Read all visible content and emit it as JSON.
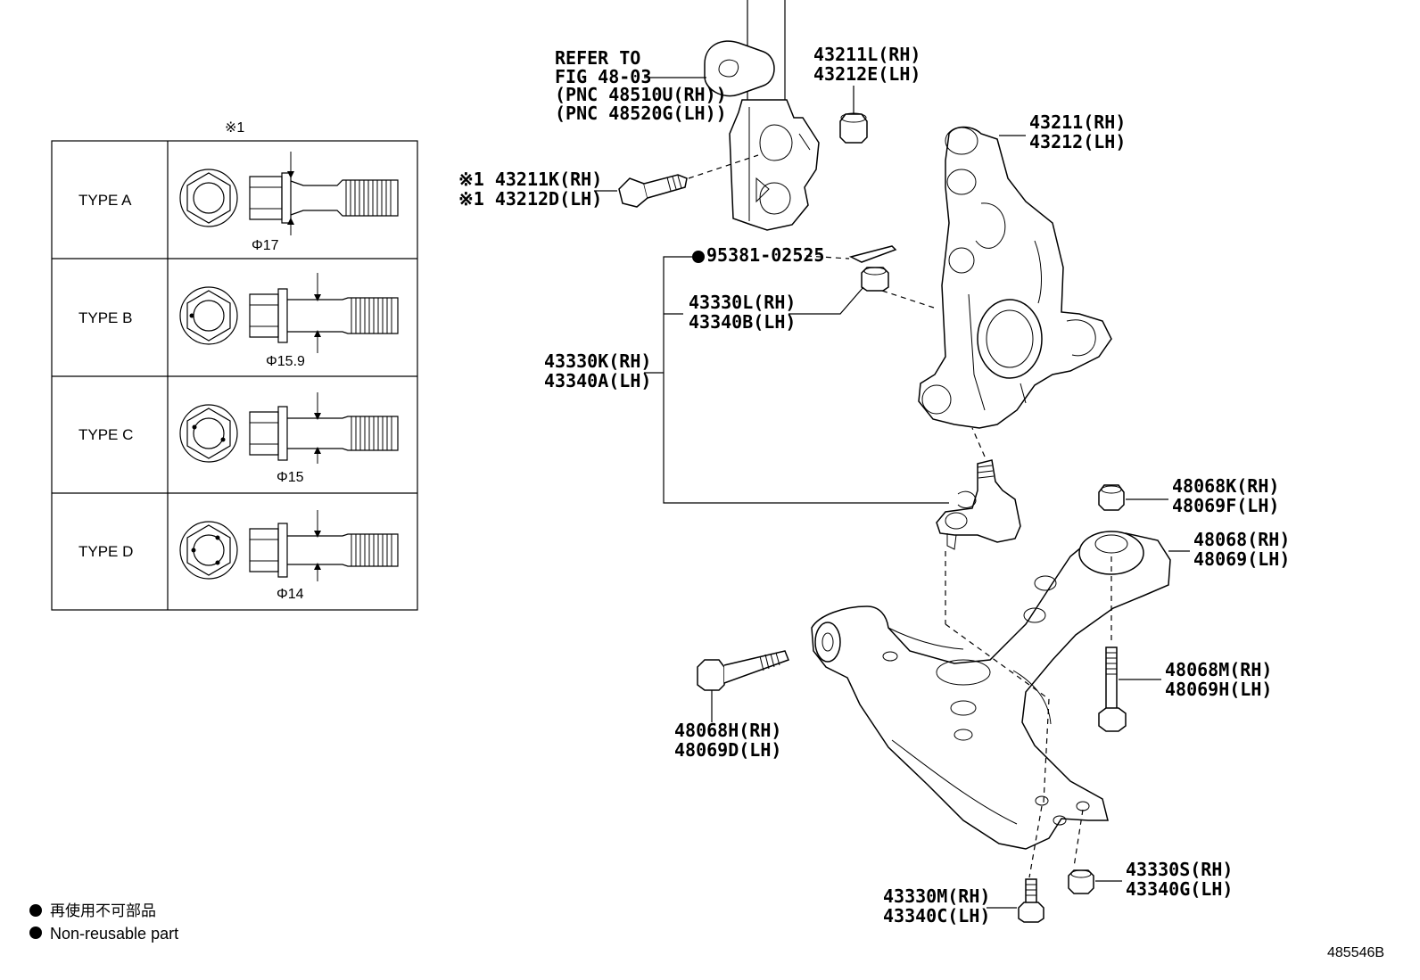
{
  "figure_id": "485546B",
  "note_marker": "※1",
  "table": {
    "rows": [
      {
        "type_label": "TYPE  A",
        "diameter": "Φ17",
        "dots": 0
      },
      {
        "type_label": "TYPE  B",
        "diameter": "Φ15.9",
        "dots": 1
      },
      {
        "type_label": "TYPE  C",
        "diameter": "Φ15",
        "dots": 2
      },
      {
        "type_label": "TYPE  D",
        "diameter": "Φ14",
        "dots": 3
      }
    ]
  },
  "refer": {
    "line1": "REFER TO",
    "line2": "FIG 48-03",
    "line3": "(PNC 48510U(RH))",
    "line4": "(PNC 48520G(LH))"
  },
  "labels": {
    "nut_43211L": "43211L(RH)",
    "nut_43212E": "43212E(LH)",
    "knuckle_rh": "43211(RH)",
    "knuckle_lh": "43212(LH)",
    "bolt_43211K": "※1 43211K(RH)",
    "bolt_43212D": "※1 43212D(LH)",
    "cotter_pin": "95381-02525",
    "castle_nut_rh": "43330L(RH)",
    "castle_nut_lh": "43340B(LH)",
    "ball_joint_rh": "43330K(RH)",
    "ball_joint_lh": "43340A(LH)",
    "nut_48068K": "48068K(RH)",
    "nut_48069F": "48069F(LH)",
    "arm_rh": "48068(RH)",
    "arm_lh": "48069(LH)",
    "bolt_48068M": "48068M(RH)",
    "bolt_48069H": "48069H(LH)",
    "bolt_48068H": "48068H(RH)",
    "bolt_48069D": "48069D(LH)",
    "nut_43330S": "43330S(RH)",
    "nut_43340G": "43340G(LH)",
    "bolt_43330M": "43330M(RH)",
    "bolt_43340C": "43340C(LH)"
  },
  "legend": {
    "japanese": "再使用不可部品",
    "english": "Non-reusable part"
  }
}
